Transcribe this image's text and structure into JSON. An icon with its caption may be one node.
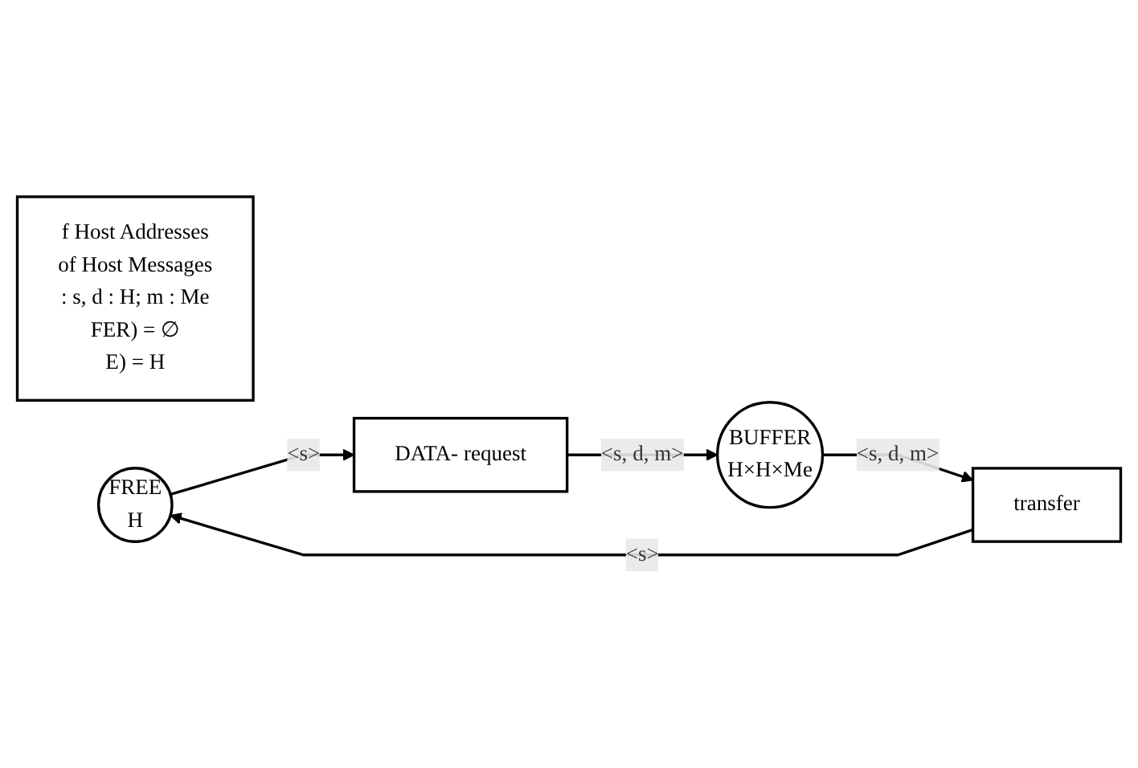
{
  "diagram": {
    "nodes": [
      {
        "text": [
          "f Host Addresses",
          "of Host Messages",
          ": s, d : H; m : Me",
          "FER) = ∅",
          "E) = H"
        ]
      },
      {
        "text": [
          "FREE",
          "H"
        ]
      },
      {
        "text": [
          "DATA- request"
        ]
      },
      {
        "text": [
          "BUFFER",
          "H×H×Me"
        ]
      },
      {
        "text": [
          "transfer"
        ]
      }
    ],
    "edges": [
      {
        "from": 1,
        "to": 2,
        "arrow": "to",
        "label": "<s>"
      },
      {
        "from": 2,
        "to": 3,
        "arrow": "to",
        "label": "<s, d, m>"
      },
      {
        "from": 3,
        "to": 4,
        "arrow": "to",
        "label": "<s, d, m>"
      },
      {
        "from": 4,
        "to": 1,
        "arrow": "to",
        "label": "<s>"
      }
    ]
  }
}
